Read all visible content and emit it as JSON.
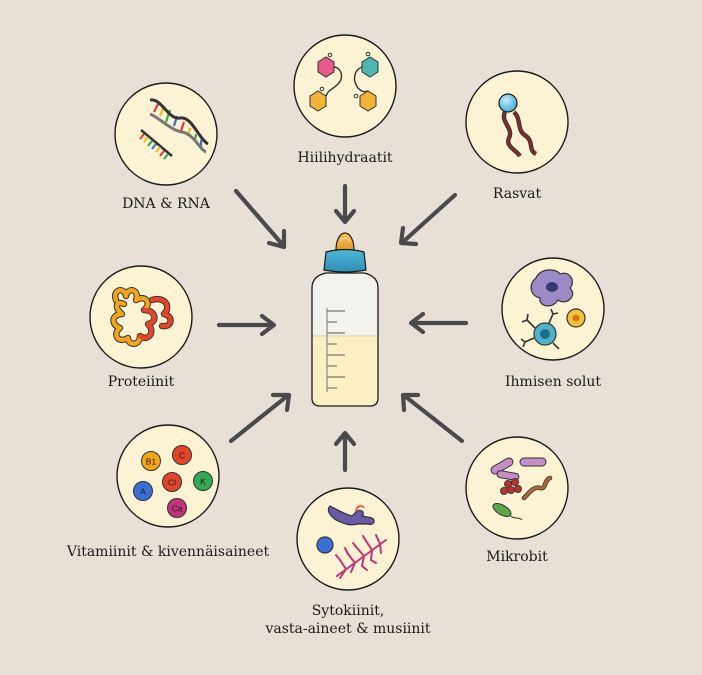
{
  "nodes": {
    "dna_rna": "DNA & RNA",
    "carbohydrates": "Hiilihydraatit",
    "fats": "Rasvat",
    "proteins": "Proteiinit",
    "human_cells": "Ihmisen solut",
    "vitamins_minerals": "Vitamiinit & kivennäisaineet",
    "cytokines_line1": "Sytokiinit,",
    "cytokines_line2": "vasta-aineet & musiinit",
    "microbes": "Mikrobit"
  },
  "vitamin_labels": [
    "B1",
    "C",
    "A",
    "Cl",
    "K",
    "Ca"
  ],
  "center": "baby-bottle-icon"
}
